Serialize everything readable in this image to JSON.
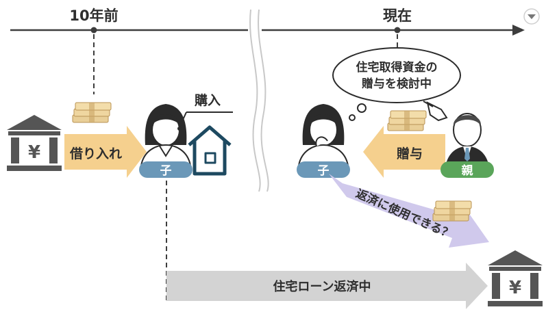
{
  "timeline": {
    "past_label": "10年前",
    "present_label": "現在"
  },
  "left_scene": {
    "borrow_label": "借り入れ",
    "child_badge": "子",
    "purchase_label": "購入",
    "bank_symbol": "¥"
  },
  "right_scene": {
    "thought_line1": "住宅取得資金の",
    "thought_line2": "贈与を検討中",
    "gift_label": "贈与",
    "child_badge": "子",
    "parent_badge": "親",
    "repay_question": "返済に使用できる？"
  },
  "loan_bar": {
    "label": "住宅ローン返済中"
  },
  "bank_bottom": {
    "symbol": "¥"
  },
  "colors": {
    "timeline": "#3d3d3d",
    "badge": "#6b98b8",
    "badge_parent": "#5aa55a",
    "arrow_orange": "#f5d08e",
    "arrow_purple": "#d0c9ec",
    "arrow_gray": "#d3d3d3",
    "house": "#1d4960",
    "bank": "#555555",
    "money": "#e7c98c"
  },
  "icons": [
    "bank-icon",
    "money-stack-icon",
    "house-icon",
    "woman-icon",
    "man-icon",
    "pointing-hand-icon",
    "dropdown-chevron-icon"
  ]
}
